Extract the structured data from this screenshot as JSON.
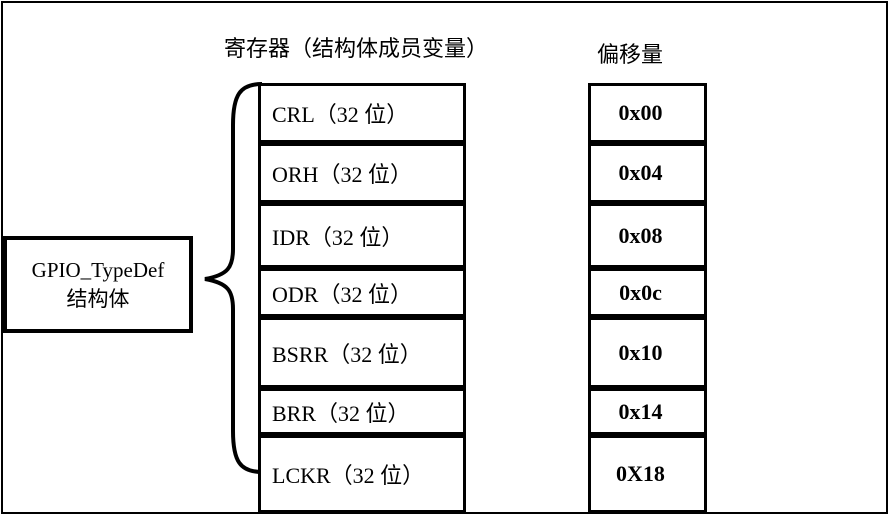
{
  "colors": {
    "ink": "#000000",
    "background": "#ffffff"
  },
  "headers": {
    "registers": "寄存器（结构体成员变量）",
    "offsets": "偏移量"
  },
  "struct_box": {
    "line1": "GPIO_TypeDef",
    "line2": "结构体"
  },
  "rows": [
    {
      "register": "CRL（32 位）",
      "offset": "0x00"
    },
    {
      "register": "ORH（32 位）",
      "offset": "0x04"
    },
    {
      "register": "IDR（32 位）",
      "offset": "0x08"
    },
    {
      "register": "ODR（32 位）",
      "offset": "0x0c"
    },
    {
      "register": "BSRR（32 位）",
      "offset": "0x10"
    },
    {
      "register": "BRR（32 位）",
      "offset": "0x14"
    },
    {
      "register": "LCKR（32 位）",
      "offset": "0X18"
    }
  ]
}
